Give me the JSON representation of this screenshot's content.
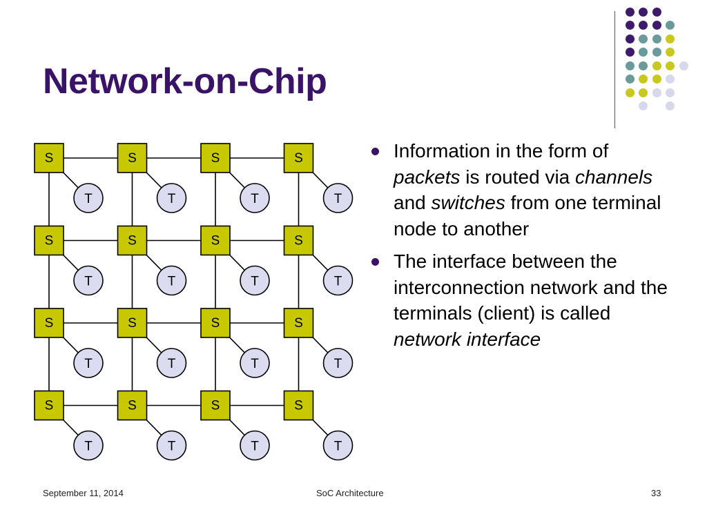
{
  "slide": {
    "title": "Network-on-Chip",
    "bullets": [
      {
        "parts": [
          {
            "text": "Information in the form of ",
            "italic": false
          },
          {
            "text": "packets",
            "italic": true
          },
          {
            "text": " is routed via ",
            "italic": false
          },
          {
            "text": "channels",
            "italic": true
          },
          {
            "text": " and ",
            "italic": false
          },
          {
            "text": "switches",
            "italic": true
          },
          {
            "text": " from one terminal node to another",
            "italic": false
          }
        ]
      },
      {
        "parts": [
          {
            "text": "The interface between the interconnection network and the terminals (client) is called ",
            "italic": false
          },
          {
            "text": "network interface",
            "italic": true
          }
        ]
      }
    ],
    "footer": {
      "date": "September 11, 2014",
      "course": "SoC Architecture",
      "page_number": "33"
    }
  },
  "network": {
    "rows": 4,
    "cols": 4,
    "switch_label": "S",
    "terminal_label": "T",
    "switch_color": "#c8c800",
    "terminal_color": "#dcdcf0"
  },
  "decoration": {
    "colors": {
      "purple": "#3e1a6b",
      "teal": "#6a9a9a",
      "yellow": "#c8c820",
      "lavender": "#d8d8ec"
    },
    "dot_grid": [
      [
        "purple",
        "purple",
        "purple",
        ""
      ],
      [
        "purple",
        "purple",
        "purple",
        "teal"
      ],
      [
        "purple",
        "teal",
        "teal",
        "yellow"
      ],
      [
        "purple",
        "teal",
        "teal",
        "yellow"
      ],
      [
        "teal",
        "teal",
        "yellow",
        "yellow",
        "lavender"
      ],
      [
        "teal",
        "yellow",
        "yellow",
        "lavender"
      ],
      [
        "yellow",
        "yellow",
        "lavender",
        "lavender"
      ],
      [
        "",
        "lavender",
        "",
        "lavender"
      ]
    ]
  }
}
